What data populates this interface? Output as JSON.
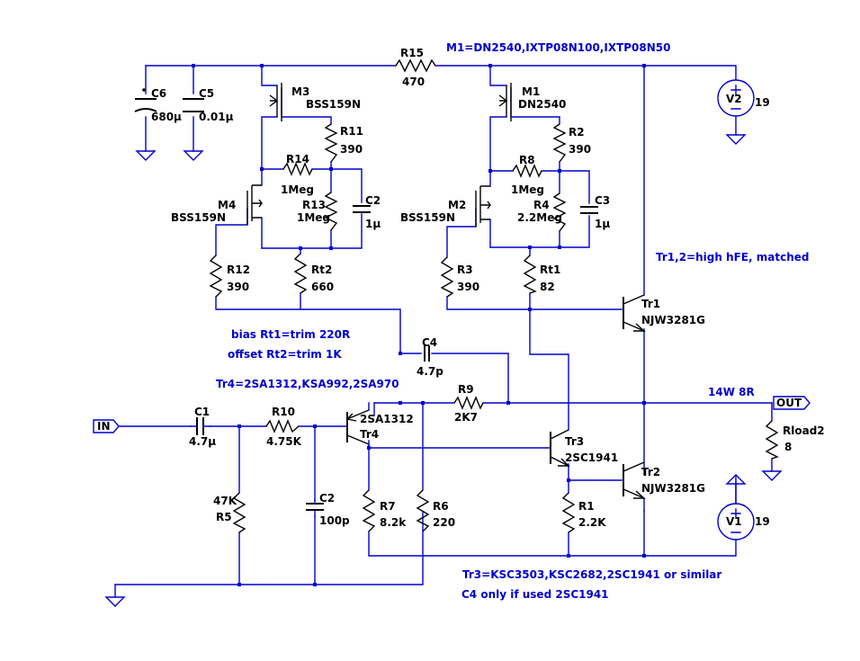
{
  "notes": {
    "models": "M1=DN2540,IXTP08N100,IXTP08N50",
    "bias": "bias   Rt1=trim 220R",
    "offset": "offset  Rt2=trim 1K",
    "tr4": "Tr4=2SA1312,KSA992,2SA970",
    "tr12": "Tr1,2=high hFE, matched",
    "tr3": "Tr3=KSC3503,KSC2682,2SC1941 or similar",
    "c4": "C4 only if used 2SC1941",
    "power": "14W 8R"
  },
  "ports": {
    "in": "IN",
    "out": "OUT"
  },
  "components": {
    "R15": {
      "name": "R15",
      "value": "470"
    },
    "C6": {
      "name": "C6",
      "value": "680µ"
    },
    "C5": {
      "name": "C5",
      "value": "0.01µ"
    },
    "M3": {
      "name": "M3",
      "value": "BSS159N"
    },
    "M1": {
      "name": "M1",
      "value": "DN2540"
    },
    "V2": {
      "name": "V2",
      "value": "19"
    },
    "R11": {
      "name": "R11",
      "value": "390"
    },
    "R2": {
      "name": "R2",
      "value": "390"
    },
    "R14": {
      "name": "R14",
      "value": "1Meg"
    },
    "R8": {
      "name": "R8",
      "value": "1Meg"
    },
    "M4": {
      "name": "M4",
      "value": "BSS159N"
    },
    "M2": {
      "name": "M2",
      "value": "BSS159N"
    },
    "R13": {
      "name": "R13",
      "value": "1Meg"
    },
    "R4": {
      "name": "R4",
      "value": "2.2Meg"
    },
    "C2a": {
      "name": "C2",
      "value": "1µ"
    },
    "C3": {
      "name": "C3",
      "value": "1µ"
    },
    "R12": {
      "name": "R12",
      "value": "390"
    },
    "Rt2": {
      "name": "Rt2",
      "value": "660"
    },
    "R3": {
      "name": "R3",
      "value": "390"
    },
    "Rt1": {
      "name": "Rt1",
      "value": "82"
    },
    "Tr1": {
      "name": "Tr1",
      "value": "NJW3281G"
    },
    "C4": {
      "name": "C4",
      "value": "4.7p"
    },
    "R9": {
      "name": "R9",
      "value": "2K7"
    },
    "C1": {
      "name": "C1",
      "value": "4.7µ"
    },
    "R10": {
      "name": "R10",
      "value": "4.75K"
    },
    "Tr4": {
      "name": "Tr4",
      "value": "2SA1312"
    },
    "Tr3": {
      "name": "Tr3",
      "value": "2SC1941"
    },
    "Rload2": {
      "name": "Rload2",
      "value": "8"
    },
    "Tr2": {
      "name": "Tr2",
      "value": "NJW3281G"
    },
    "R5": {
      "name": "R5",
      "value": "47K"
    },
    "C2b": {
      "name": "C2",
      "value": "100p"
    },
    "R7": {
      "name": "R7",
      "value": "8.2k"
    },
    "R6": {
      "name": "R6",
      "value": "220"
    },
    "R1": {
      "name": "R1",
      "value": "2.2K"
    },
    "V1": {
      "name": "V1",
      "value": "19"
    }
  }
}
